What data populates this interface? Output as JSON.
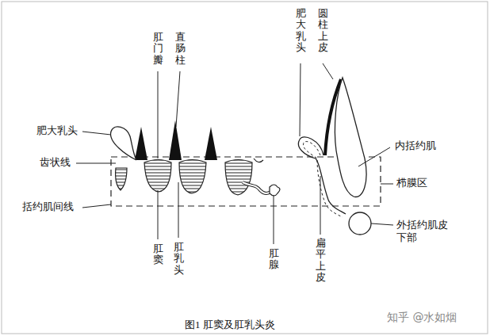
{
  "diagram": {
    "caption": "图1 肛窦及肛乳头炎",
    "labels": [
      "肛门瓣",
      "直肠柱",
      "肥大乳头",
      "齿状线",
      "括约肌间线",
      "肛窦",
      "肛乳头",
      "肛腺",
      "肥大乳头",
      "圆柱上皮",
      "内括约肌",
      "栉膜区",
      "外括约肌皮 下部",
      "扁平上皮",
      "知乎 @水如烟"
    ]
  }
}
